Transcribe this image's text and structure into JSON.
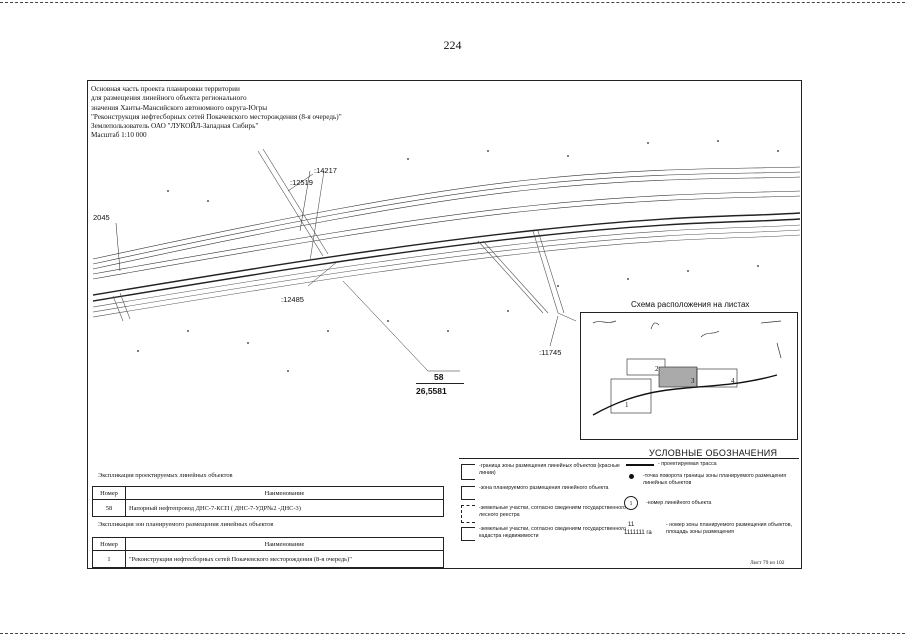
{
  "page_number": "224",
  "header_lines": [
    "Основная часть проекта планировки территории",
    "для размещения линейного объекта регионального",
    "значения Ханты-Мансийского автономного округа-Югры",
    "\"Реконструкция нефтесборных сетей Покачевского месторождения (8-я очередь)\"",
    "Землепользователь ОАО \"ЛУКОЙЛ-Западная Сибирь\"",
    "Масштаб 1:10 000"
  ],
  "map_labels": {
    "p14217": ":14217",
    "p12519": ":12519",
    "p2045": "2045",
    "p12485": ":12485",
    "p11745": ":11745",
    "zone_number": "58",
    "zone_area": "26,5581"
  },
  "inset": {
    "title": "Схема расположения на листах",
    "sheets": [
      "1",
      "2",
      "3",
      "4"
    ]
  },
  "legend": {
    "title": "УСЛОВНЫЕ ОБОЗНАЧЕНИЯ",
    "items": {
      "red_lines": "-граница зоны размещения линейных объектов (красные линии)",
      "planned_zone": "-зона планируемого размещения линейного объекта",
      "forest_registry": "-земельные участки, согласно сведениям государственного лесного реестра",
      "cadastre": "-земельные участки, согласно сведениям государственного кадастра недвижимости",
      "route": "- проектируемая трасса",
      "turn_point": "-точка поворота границы зоны планируемого размещения линейных объектов",
      "object_number": "-номер линейного объекта",
      "zone_info": "- номер зоны планируемого размещения объектов, площадь зоны размещения"
    },
    "object_symbol": "1",
    "zone_number_sample": "11",
    "zone_area_sample": "1111111 га"
  },
  "table1": {
    "caption": "Экспликация проектируемых линейных объектов",
    "headers": [
      "Номер",
      "Наименование"
    ],
    "rows": [
      [
        "58",
        "Напорный нефтепровод ДНС-7-КСП ( ДНС-7-УДР№2 -ДНС-3)"
      ]
    ]
  },
  "table2": {
    "caption": "Экспликация зон планируемого размещения линейных объектов",
    "headers": [
      "Номер",
      "Наименование"
    ],
    "rows": [
      [
        "1",
        "\"Реконструкция нефтесборных сетей Покачевского месторождения (8-я очередь)\""
      ]
    ]
  },
  "sheet_number": "Лист 79 из 102"
}
